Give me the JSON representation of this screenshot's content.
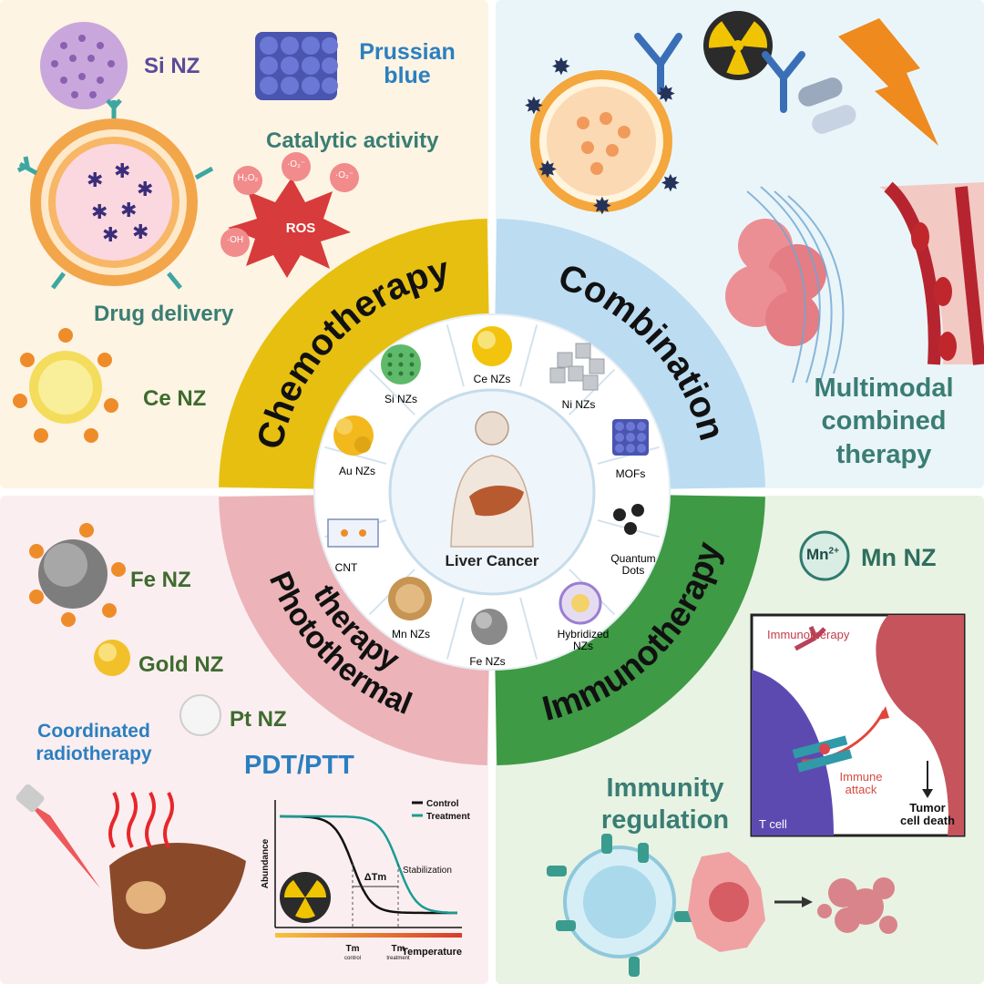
{
  "center": {
    "title": "Liver Cancer"
  },
  "ring": {
    "top_left": "Chemotherapy",
    "top_right": "Combination",
    "bottom_right": "Immunotherapy",
    "bottom_left_line1": "Photothermal",
    "bottom_left_line2": "therapy"
  },
  "nanozymes": {
    "ce": "Ce NZs",
    "ni": "Ni NZs",
    "mofs": "MOFs",
    "quantum_1": "Quantum",
    "quantum_2": "Dots",
    "hybrid_1": "Hybridized",
    "hybrid_2": "NZs",
    "fe": "Fe NZs",
    "mn": "Mn NZs",
    "cnt": "CNT",
    "au": "Au NZs",
    "si": "Si NZs"
  },
  "chemo": {
    "si_nz": "Si NZ",
    "prussian_1": "Prussian",
    "prussian_2": "blue",
    "catalytic": "Catalytic activity",
    "ros": "ROS",
    "h2o2": "H₂O₂",
    "o2_a": "·O₂⁻",
    "o2_b": "·O₂⁻",
    "oh": "·OH",
    "drug_delivery": "Drug delivery",
    "ce_nz": "Ce NZ"
  },
  "combination": {
    "line1": "Multimodal",
    "line2": "combined",
    "line3": "therapy"
  },
  "immuno": {
    "mn_badge_base": "Mn",
    "mn_badge_sup": "2+",
    "mn_nz": "Mn NZ",
    "box_title": "Immunotherapy",
    "immune_1": "Immune",
    "immune_2": "attack",
    "tcell": "T cell",
    "death_1": "Tumor",
    "death_2": "cell death",
    "regulation_1": "Immunity",
    "regulation_2": "regulation"
  },
  "photo": {
    "fe_nz": "Fe NZ",
    "gold_nz": "Gold NZ",
    "pt_nz": "Pt NZ",
    "coord_1": "Coordinated",
    "coord_2": "radiotherapy",
    "pdt": "PDT/PTT"
  },
  "chart_data": {
    "type": "line",
    "title": "",
    "xlabel": "Temperature",
    "ylabel": "Abundance",
    "legend": [
      "Control",
      "Treatment"
    ],
    "legend_position": "top-right",
    "annotations": [
      "ΔTm",
      "Stabilization"
    ],
    "x_ticks": [
      {
        "main": "Tm",
        "sub": "control"
      },
      {
        "main": "Tm",
        "sub": "treatment"
      }
    ],
    "series": [
      {
        "name": "Control",
        "color": "#111111"
      },
      {
        "name": "Treatment",
        "color": "#1a9c93"
      }
    ]
  },
  "colors": {
    "chemo": "#e7bf10",
    "combination": "#bcdcf2",
    "immuno": "#3e9a45",
    "photo": "#ecb4b8",
    "teal_text": "#3a7d74",
    "blue_text": "#2b7fc0",
    "green_text": "#3e6b2e",
    "purple_text": "#5a4a9a"
  }
}
